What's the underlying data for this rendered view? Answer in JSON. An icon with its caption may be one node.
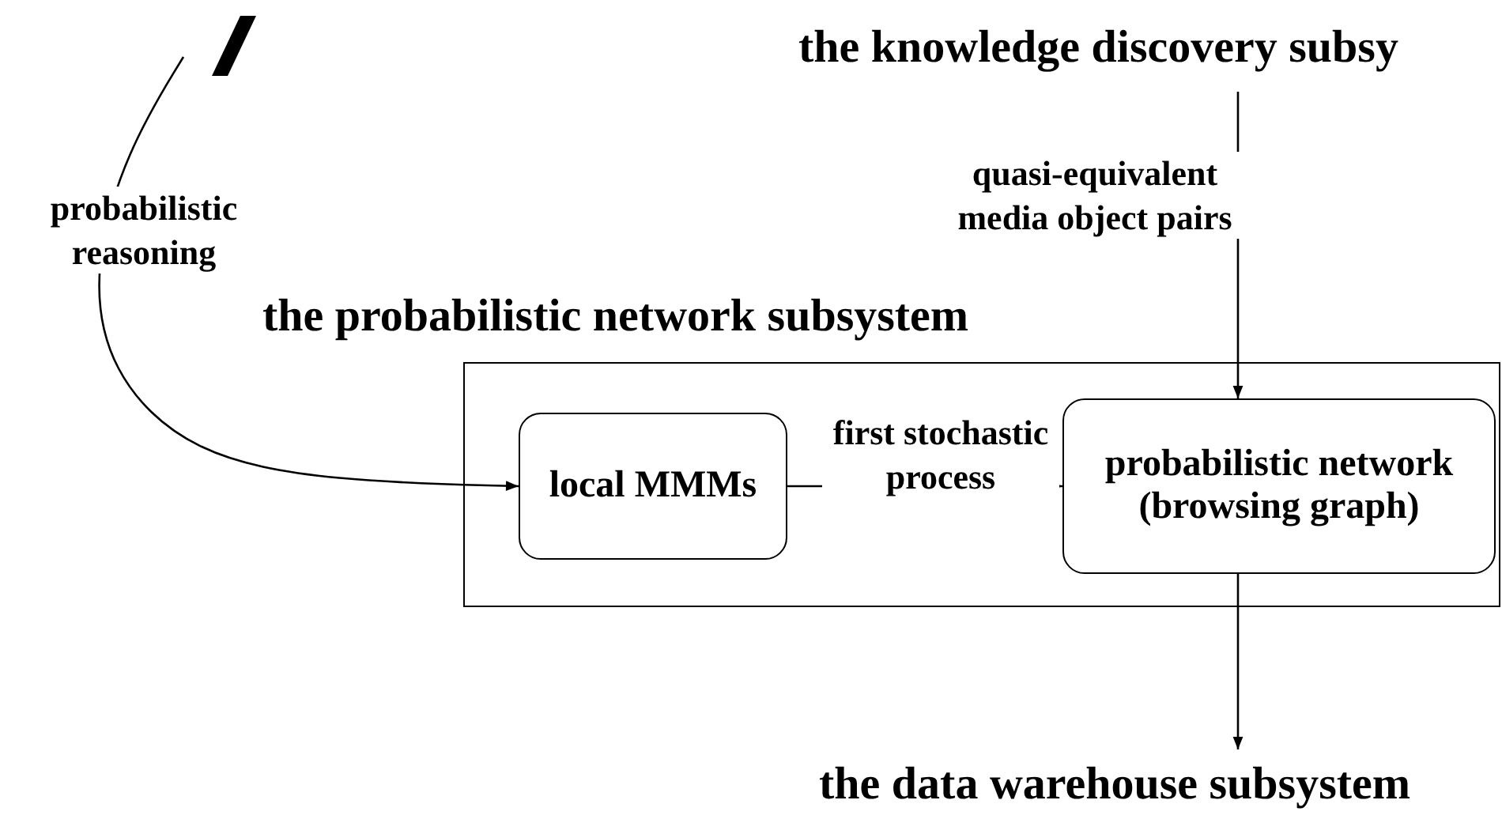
{
  "diagram": {
    "nodes": [
      {
        "text": [
          "the knowledge discovery subsy"
        ]
      },
      {
        "text": [
          "the probabilistic network subsystem"
        ]
      },
      {
        "text": [
          "local MMMs"
        ],
        "in": 1
      },
      {
        "text": [
          "probabilistic network (browsing graph)"
        ],
        "in": 1
      },
      {
        "text": [
          "the data warehouse subsystem"
        ]
      }
    ],
    "edges": [
      {
        "from": null,
        "to": 2,
        "arrow": "to",
        "label": "probabilistic reasoning"
      },
      {
        "from": 2,
        "to": 3,
        "arrow": "to",
        "label": "first stochastic process"
      },
      {
        "from": 0,
        "to": 3,
        "arrow": "to",
        "label": "quasi-equivalent media object pairs"
      },
      {
        "from": 3,
        "to": 4,
        "arrow": "to"
      }
    ]
  }
}
